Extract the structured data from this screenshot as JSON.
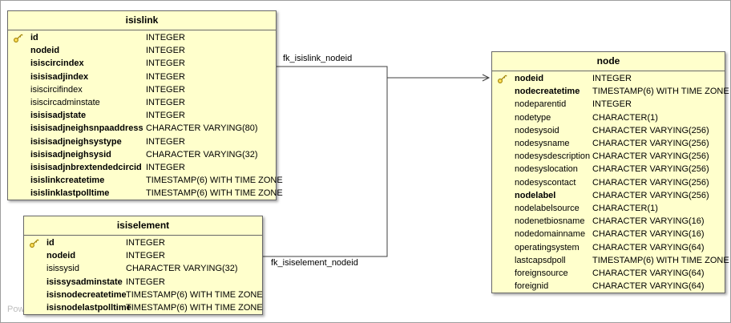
{
  "diagram": {
    "watermark": "Pow",
    "colors": {
      "table_fill": "#ffffcc",
      "table_border": "#686868",
      "key_icon_gold": "#a08000",
      "relationship_line": "#3f3f3f"
    }
  },
  "relationships": [
    {
      "label": "fk_isislink_nodeid",
      "from": "isislink.nodeid",
      "to": "node.nodeid"
    },
    {
      "label": "fk_isiselement_nodeid",
      "from": "isiselement.nodeid",
      "to": "node.nodeid"
    }
  ],
  "tables": [
    {
      "name": "isislink",
      "columns": [
        {
          "name": "id",
          "type": "INTEGER",
          "key": true,
          "bold": true
        },
        {
          "name": "nodeid",
          "type": "INTEGER",
          "bold": true
        },
        {
          "name": "isiscircindex",
          "type": "INTEGER",
          "bold": true
        },
        {
          "name": "isisisadjindex",
          "type": "INTEGER",
          "bold": true
        },
        {
          "name": "isiscircifindex",
          "type": "INTEGER"
        },
        {
          "name": "isiscircadminstate",
          "type": "INTEGER"
        },
        {
          "name": "isisisadjstate",
          "type": "INTEGER",
          "bold": true
        },
        {
          "name": "isisisadjneighsnpaaddress",
          "type": "CHARACTER VARYING(80)",
          "bold": true
        },
        {
          "name": "isisisadjneighsystype",
          "type": "INTEGER",
          "bold": true
        },
        {
          "name": "isisisadjneighsysid",
          "type": "CHARACTER VARYING(32)",
          "bold": true
        },
        {
          "name": "isisisadjnbrextendedcircid",
          "type": "INTEGER",
          "bold": true
        },
        {
          "name": "isislinkcreatetime",
          "type": "TIMESTAMP(6) WITH TIME ZONE",
          "bold": true
        },
        {
          "name": "isislinklastpolltime",
          "type": "TIMESTAMP(6) WITH TIME ZONE",
          "bold": true
        }
      ]
    },
    {
      "name": "isiselement",
      "columns": [
        {
          "name": "id",
          "type": "INTEGER",
          "key": true,
          "bold": true
        },
        {
          "name": "nodeid",
          "type": "INTEGER",
          "bold": true
        },
        {
          "name": "isissysid",
          "type": "CHARACTER VARYING(32)"
        },
        {
          "name": "isissysadminstate",
          "type": "INTEGER",
          "bold": true
        },
        {
          "name": "isisnodecreatetime",
          "type": "TIMESTAMP(6) WITH TIME ZONE",
          "bold": true
        },
        {
          "name": "isisnodelastpolltime",
          "type": "TIMESTAMP(6) WITH TIME ZONE",
          "bold": true
        }
      ]
    },
    {
      "name": "node",
      "columns": [
        {
          "name": "nodeid",
          "type": "INTEGER",
          "key": true,
          "bold": true
        },
        {
          "name": "nodecreatetime",
          "type": "TIMESTAMP(6) WITH TIME ZONE",
          "bold": true
        },
        {
          "name": "nodeparentid",
          "type": "INTEGER"
        },
        {
          "name": "nodetype",
          "type": "CHARACTER(1)"
        },
        {
          "name": "nodesysoid",
          "type": "CHARACTER VARYING(256)"
        },
        {
          "name": "nodesysname",
          "type": "CHARACTER VARYING(256)"
        },
        {
          "name": "nodesysdescription",
          "type": "CHARACTER VARYING(256)"
        },
        {
          "name": "nodesyslocation",
          "type": "CHARACTER VARYING(256)"
        },
        {
          "name": "nodesyscontact",
          "type": "CHARACTER VARYING(256)"
        },
        {
          "name": "nodelabel",
          "type": "CHARACTER VARYING(256)",
          "bold": true
        },
        {
          "name": "nodelabelsource",
          "type": "CHARACTER(1)"
        },
        {
          "name": "nodenetbiosname",
          "type": "CHARACTER VARYING(16)"
        },
        {
          "name": "nodedomainname",
          "type": "CHARACTER VARYING(16)"
        },
        {
          "name": "operatingsystem",
          "type": "CHARACTER VARYING(64)"
        },
        {
          "name": "lastcapsdpoll",
          "type": "TIMESTAMP(6) WITH TIME ZONE"
        },
        {
          "name": "foreignsource",
          "type": "CHARACTER VARYING(64)"
        },
        {
          "name": "foreignid",
          "type": "CHARACTER VARYING(64)"
        }
      ]
    }
  ]
}
